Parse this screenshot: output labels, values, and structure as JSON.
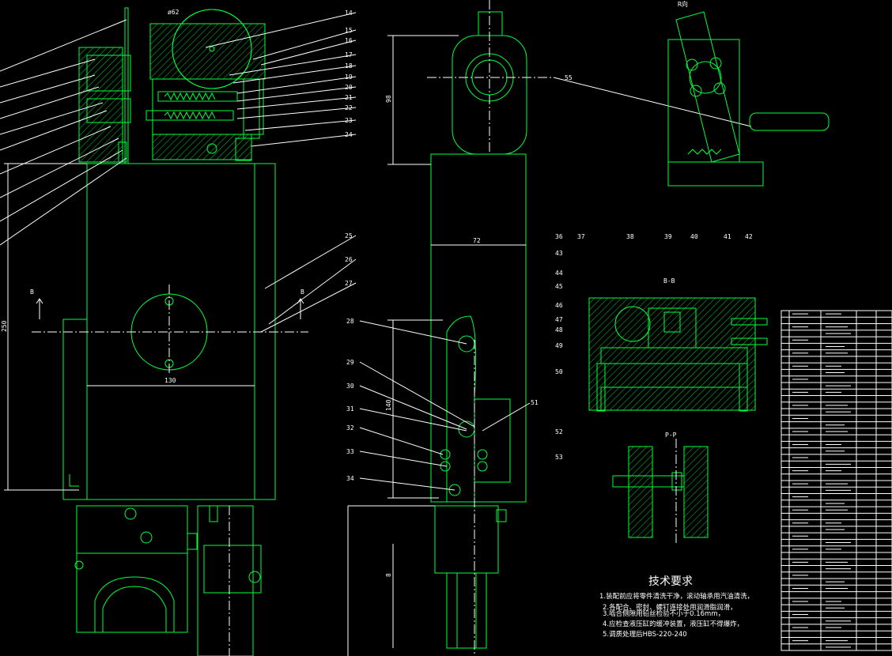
{
  "colors": {
    "background": "#000000",
    "geometry": "#00ff3c",
    "annotation": "#ffffff"
  },
  "balloons_top": [
    "14",
    "15",
    "16",
    "17",
    "18",
    "19",
    "20",
    "21",
    "22",
    "23",
    "24"
  ],
  "balloons_mid": [
    "25",
    "26",
    "27"
  ],
  "balloons_lower": [
    "28",
    "29",
    "30",
    "31",
    "32",
    "33",
    "34"
  ],
  "balloons_right": [
    "36",
    "37",
    "38",
    "39",
    "40",
    "41",
    "42"
  ],
  "balloons_bb": [
    "43",
    "44",
    "45",
    "46",
    "47",
    "48",
    "49",
    "50"
  ],
  "balloons_pp": [
    "51",
    "52",
    "53"
  ],
  "balloon_55": "55",
  "dims": {
    "d_top": "ø62",
    "d_height": "250",
    "d_width": "130",
    "d_98": "98",
    "d_72": "72",
    "d_140": "140",
    "d_small": "8"
  },
  "section_labels": {
    "bb": "B-B",
    "pp": "P-P",
    "r_view": "R向",
    "b_left": "B",
    "b_right": "B"
  },
  "tech": {
    "title": "技术要求",
    "items": [
      "1.装配前应将零件清洗干净，滚动轴承用汽油清洗，",
      "2.各配合、密封、螺钉连接处用润滑脂润滑，",
      "3.啮合侧隙用铅丝检验不小于0.16mm，",
      "4.应检查液压缸的缓冲装置，液压缸不得爆炸，",
      "5.调质处理后HBS-220-240"
    ]
  }
}
